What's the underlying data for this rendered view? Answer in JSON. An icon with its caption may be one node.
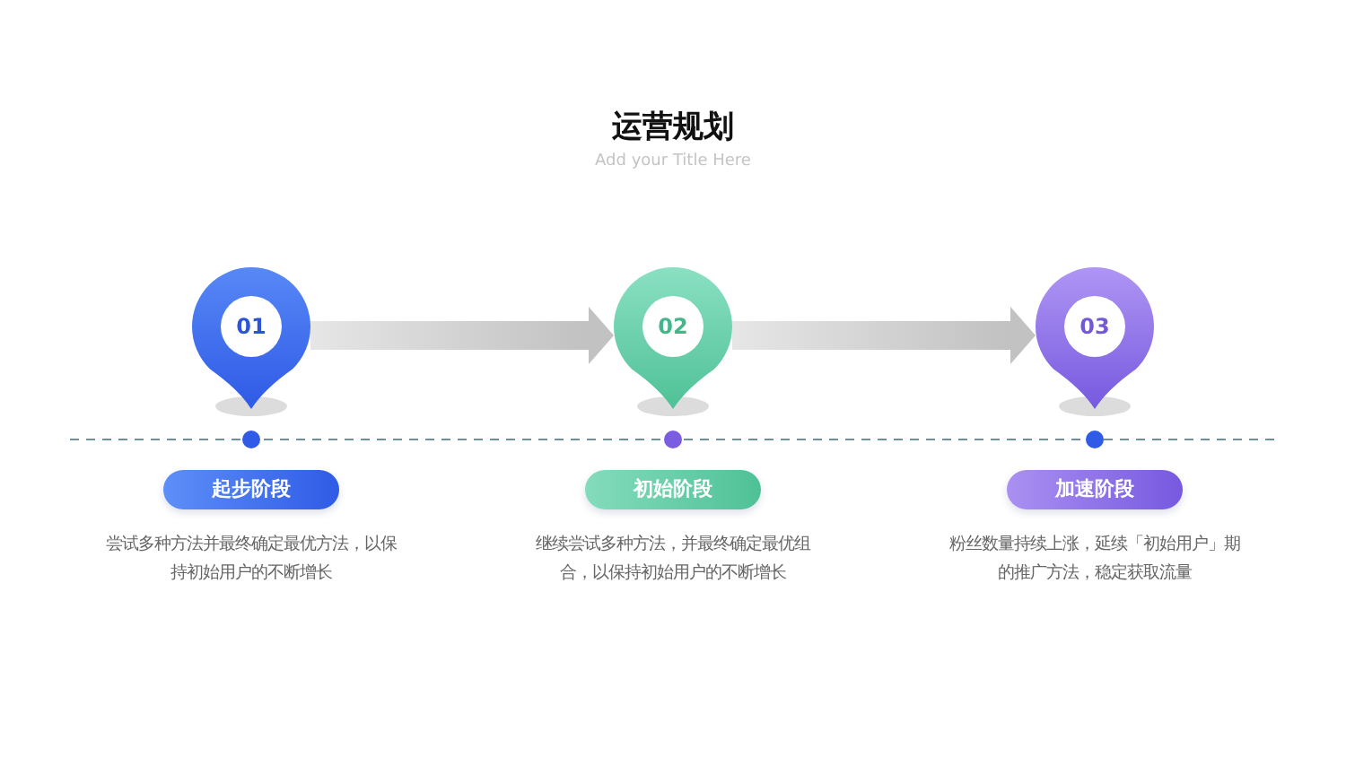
{
  "diagram": {
    "title": "运营规划",
    "nodes": [
      {
        "text": [
          "01"
        ]
      },
      {
        "text": [
          "起步阶段"
        ],
        "beside": [
          "尝试多种方法并最终确定最优方法，以保持初始用户的不断增长"
        ]
      },
      {
        "text": [
          "02"
        ]
      },
      {
        "text": [
          "初始阶段"
        ],
        "beside": [
          "继续尝试多种方法，并最终确定最优组合，以保持初始用户的不断增长"
        ]
      },
      {
        "text": [
          "03"
        ]
      },
      {
        "text": [
          "加速阶段"
        ],
        "beside": [
          "粉丝数量持续上涨，延续「初始用户」期的推广方法，稳定获取流量"
        ]
      }
    ],
    "edges": [
      {
        "from": 0,
        "to": 2,
        "arrow": "to"
      },
      {
        "from": 2,
        "to": 4,
        "arrow": "to"
      }
    ],
    "labels": [
      "Add your Title Here"
    ]
  }
}
